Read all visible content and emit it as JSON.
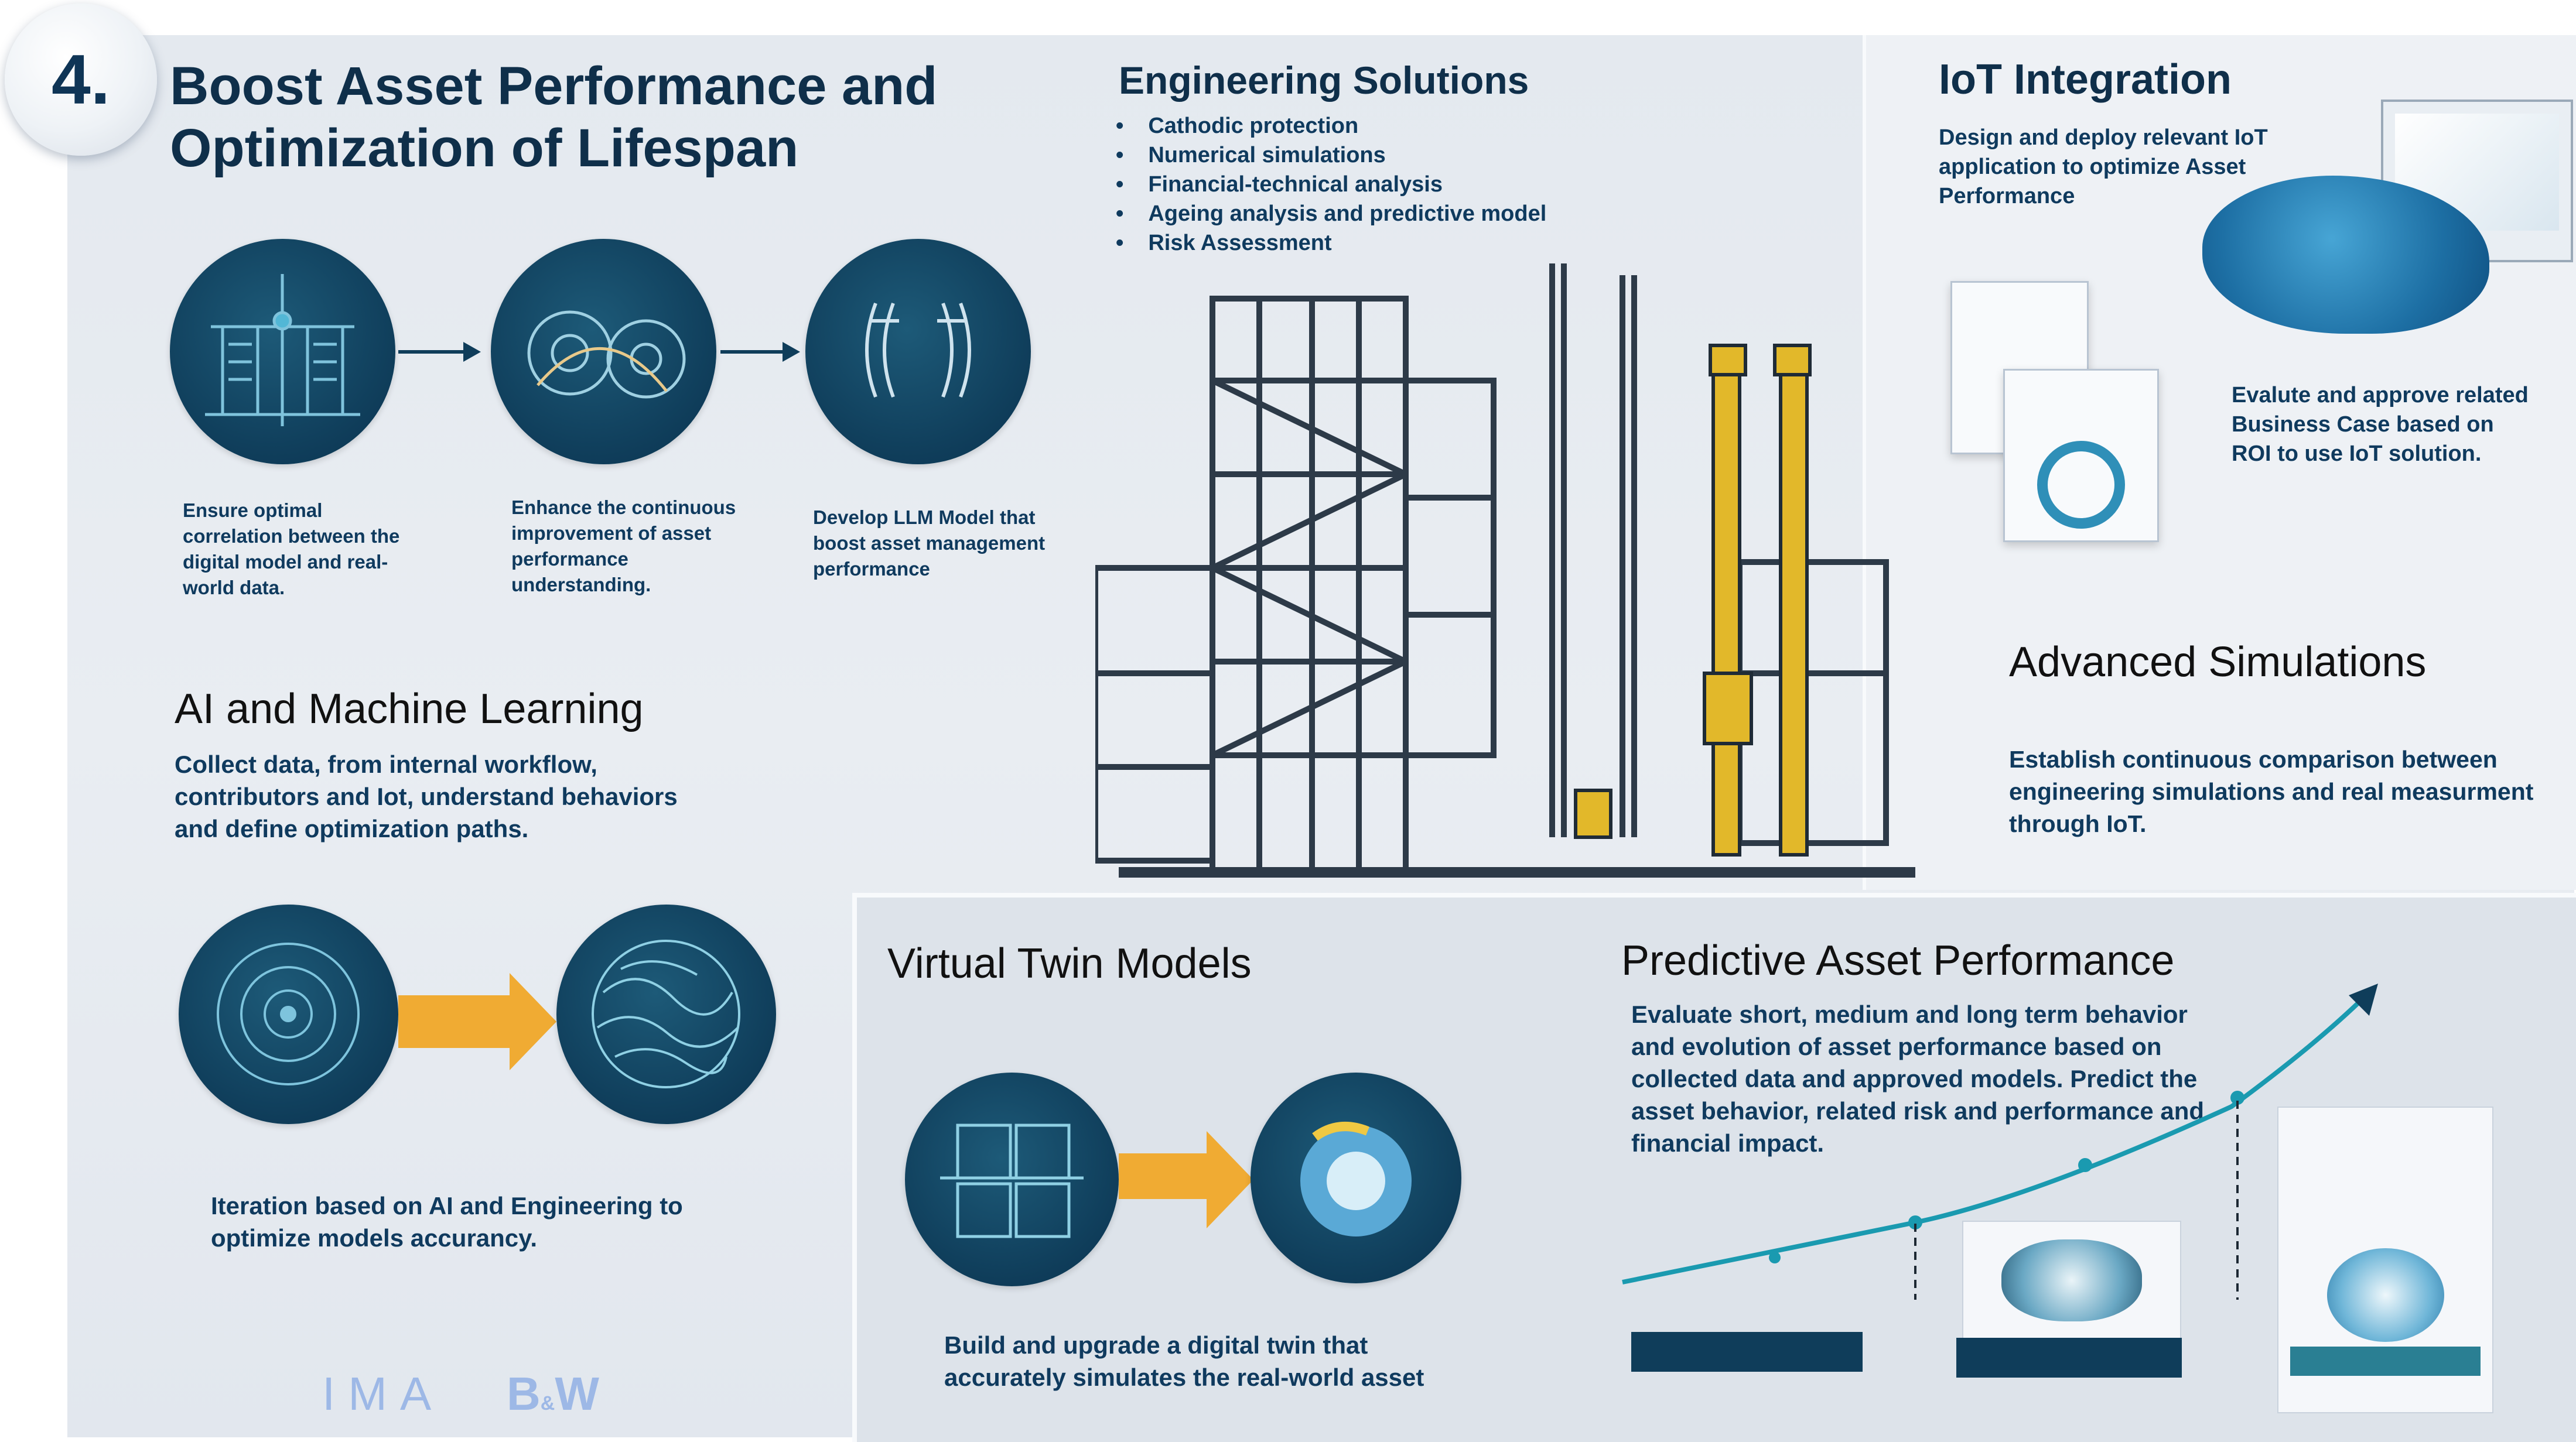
{
  "badge": {
    "number": "4."
  },
  "header": {
    "title_line1": "Boost Asset Performance and",
    "title_line2": "Optimization of Lifespan"
  },
  "flow_top": {
    "steps": [
      {
        "icon": "tower-blueprint-icon",
        "text": "Ensure optimal correlation between the digital model and real-world data."
      },
      {
        "icon": "gears-icon",
        "text": "Enhance the continuous improvement of asset performance understanding."
      },
      {
        "icon": "pipes-icon",
        "text": "Develop LLM Model that boost asset management performance"
      }
    ]
  },
  "engineering": {
    "title": "Engineering Solutions",
    "items": [
      "Cathodic protection",
      "Numerical simulations",
      "Financial-technical analysis",
      "Ageing analysis and predictive model",
      "Risk Assessment"
    ]
  },
  "iot": {
    "title": "IoT Integration",
    "desc": "Design and deploy relevant IoT application to optimize Asset Performance",
    "business": "Evalute and approve related Business Case based on ROI to use IoT solution."
  },
  "advanced": {
    "title": "Advanced Simulations",
    "desc": "Establish continuous comparison between engineering simulations and real measurment through IoT."
  },
  "ai": {
    "title": "AI and Machine Learning",
    "desc": "Collect data, from internal workflow, contributors and Iot, understand behaviors and define optimization paths.",
    "iteration": "Iteration based on AI and Engineering to optimize models accurancy."
  },
  "virtual_twin": {
    "title": "Virtual Twin Models",
    "desc": "Build and upgrade a digital twin that accurately simulates the real-world asset"
  },
  "predictive": {
    "title": "Predictive Asset Performance",
    "desc": "Evaluate short, medium and long term behavior and evolution of asset performance based on collected data and approved models. Predict the asset behavior, related risk and performance and financial impact."
  },
  "logos": {
    "ima": "IMA",
    "bw_b": "B",
    "bw_amp": "&",
    "bw_w": "W"
  },
  "colors": {
    "navy": "#0f3d5a",
    "gold": "#f0ab33",
    "teal": "#1a9ab0"
  }
}
